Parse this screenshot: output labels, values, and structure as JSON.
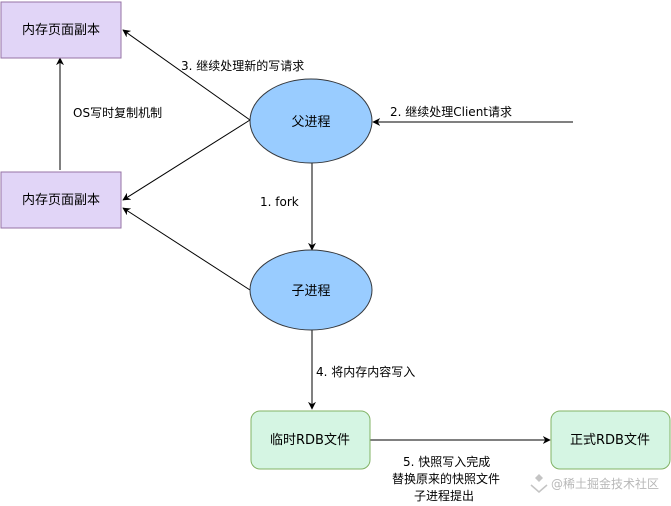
{
  "colors": {
    "page_box_fill": "#e1d5f7",
    "page_box_stroke": "#9673a6",
    "process_fill": "#99ccff",
    "process_stroke": "#36393d",
    "file_fill": "#d5f5e3",
    "file_stroke": "#82b366",
    "edge": "#000000"
  },
  "nodes": {
    "page_copy_top": "内存页面副本",
    "page_copy_mid": "内存页面副本",
    "parent": "父进程",
    "child": "子进程",
    "temp_rdb": "临时RDB文件",
    "final_rdb": "正式RDB文件"
  },
  "edges": {
    "cow": "OS写时复制机制",
    "write_req": "3. 继续处理新的写请求",
    "client_req": "2. 继续处理Client请求",
    "fork": "1. fork",
    "write_mem": "4. 将内存内容写入",
    "done_line1": "5. 快照写入完成",
    "done_line2": "替换原来的快照文件",
    "done_line3": "子进程提出"
  },
  "watermark": {
    "icon": "juejin-logo-icon",
    "text": "@稀土掘金技术社区"
  }
}
